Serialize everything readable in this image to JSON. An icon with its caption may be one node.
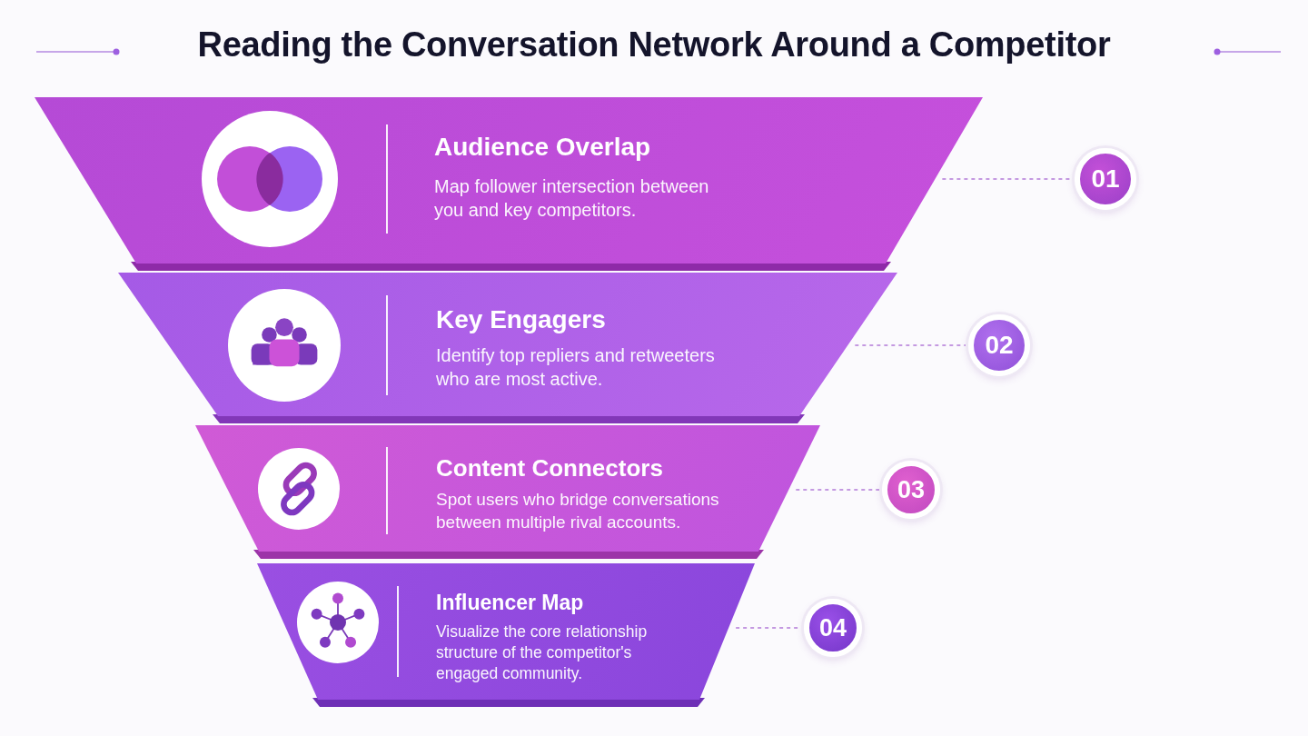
{
  "diagram": {
    "title": "Reading the Conversation Network Around a Competitor",
    "nodes": [
      {
        "text": [
          "Audience Overlap",
          "Map follower intersection between you and key competitors."
        ]
      },
      {
        "text": [
          "01"
        ]
      },
      {
        "text": [
          "Key Engagers",
          "Identify top repliers and retweeters who are most active."
        ]
      },
      {
        "text": [
          "02"
        ]
      },
      {
        "text": [
          "Content Connectors",
          "Spot users who bridge conversations between multiple rival accounts."
        ]
      },
      {
        "text": [
          "03"
        ]
      },
      {
        "text": [
          "Influencer Map",
          "Visualize the core relationship structure of the competitor's engaged community."
        ]
      },
      {
        "text": [
          "04"
        ]
      }
    ],
    "edges": [
      {
        "from": 0,
        "to": 1,
        "arrow": "none",
        "style": "dashed"
      },
      {
        "from": 2,
        "to": 3,
        "arrow": "none",
        "style": "dashed"
      },
      {
        "from": 4,
        "to": 5,
        "arrow": "none",
        "style": "dashed"
      },
      {
        "from": 6,
        "to": 7,
        "arrow": "none",
        "style": "dashed"
      }
    ]
  }
}
